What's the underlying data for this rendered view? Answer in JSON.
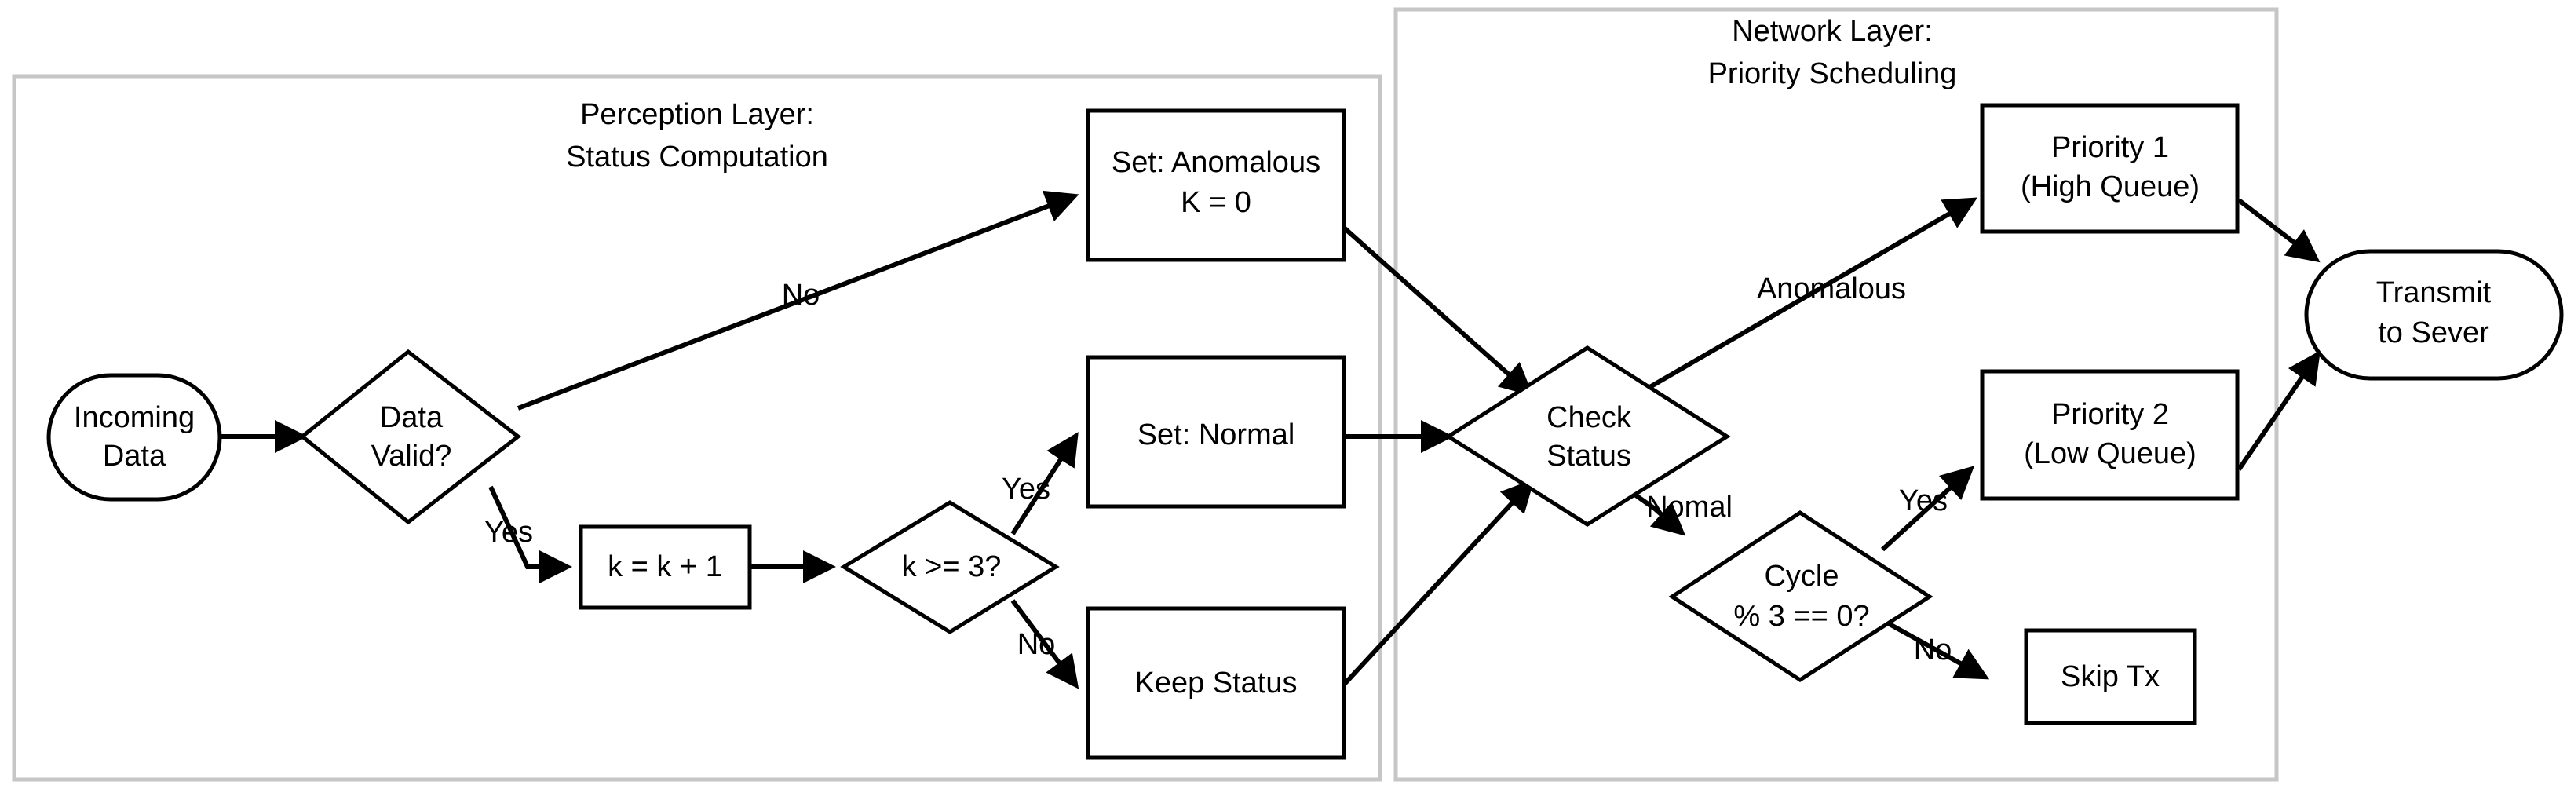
{
  "diagram": {
    "title": "Sensing and Transmission Flowchart",
    "background_color": "#ffffff",
    "stroke_color": "#000000",
    "group_border_color": "#c6c6c6"
  },
  "groups": [
    {
      "id": "perception-layer",
      "title_line1": "Perception Layer:",
      "title_line2": "Status Computation"
    },
    {
      "id": "network-layer",
      "title_line1": "Network Layer:",
      "title_line2": "Priority Scheduling"
    }
  ],
  "nodes": [
    {
      "id": "incoming-data",
      "shape": "stadium",
      "line1": "Incoming",
      "line2": "Data"
    },
    {
      "id": "data-valid",
      "shape": "diamond",
      "line1": "Data",
      "line2": "Valid?"
    },
    {
      "id": "set-anomalous",
      "shape": "rectangle",
      "line1": "Set: Anomalous",
      "line2": "K = 0"
    },
    {
      "id": "increment-k",
      "shape": "rectangle",
      "line1": "k = k + 1",
      "line2": ""
    },
    {
      "id": "k-ge-3",
      "shape": "diamond",
      "line1": "k >= 3?",
      "line2": ""
    },
    {
      "id": "set-normal",
      "shape": "rectangle",
      "line1": "Set: Normal",
      "line2": ""
    },
    {
      "id": "keep-status",
      "shape": "rectangle",
      "line1": "Keep Status",
      "line2": ""
    },
    {
      "id": "check-status",
      "shape": "diamond",
      "line1": "Check",
      "line2": "Status"
    },
    {
      "id": "cycle-mod-3",
      "shape": "diamond",
      "line1": "Cycle",
      "line2": "% 3 == 0?"
    },
    {
      "id": "priority-1",
      "shape": "rectangle",
      "line1": "Priority 1",
      "line2": "(High Queue)"
    },
    {
      "id": "priority-2",
      "shape": "rectangle",
      "line1": "Priority 2",
      "line2": "(Low Queue)"
    },
    {
      "id": "skip-tx",
      "shape": "rectangle",
      "line1": "Skip Tx",
      "line2": ""
    },
    {
      "id": "transmit-server",
      "shape": "stadium",
      "line1": "Transmit",
      "line2": "to Sever"
    }
  ],
  "edge_labels": {
    "valid_no": "No",
    "valid_yes": "Yes",
    "k_yes": "Yes",
    "k_no": "No",
    "check_anomalous": "Anomalous",
    "check_normal": "Nomal",
    "cycle_yes": "Yes",
    "cycle_no": "No"
  },
  "edges": [
    {
      "from": "incoming-data",
      "to": "data-valid",
      "label": ""
    },
    {
      "from": "data-valid",
      "to": "set-anomalous",
      "label": "No"
    },
    {
      "from": "data-valid",
      "to": "increment-k",
      "label": "Yes"
    },
    {
      "from": "increment-k",
      "to": "k-ge-3",
      "label": ""
    },
    {
      "from": "k-ge-3",
      "to": "set-normal",
      "label": "Yes"
    },
    {
      "from": "k-ge-3",
      "to": "keep-status",
      "label": "No"
    },
    {
      "from": "set-anomalous",
      "to": "check-status",
      "label": ""
    },
    {
      "from": "set-normal",
      "to": "check-status",
      "label": ""
    },
    {
      "from": "keep-status",
      "to": "check-status",
      "label": ""
    },
    {
      "from": "check-status",
      "to": "priority-1",
      "label": "Anomalous"
    },
    {
      "from": "check-status",
      "to": "cycle-mod-3",
      "label": "Nomal"
    },
    {
      "from": "cycle-mod-3",
      "to": "priority-2",
      "label": "Yes"
    },
    {
      "from": "cycle-mod-3",
      "to": "skip-tx",
      "label": "No"
    },
    {
      "from": "priority-1",
      "to": "transmit-server",
      "label": ""
    },
    {
      "from": "priority-2",
      "to": "transmit-server",
      "label": ""
    }
  ]
}
